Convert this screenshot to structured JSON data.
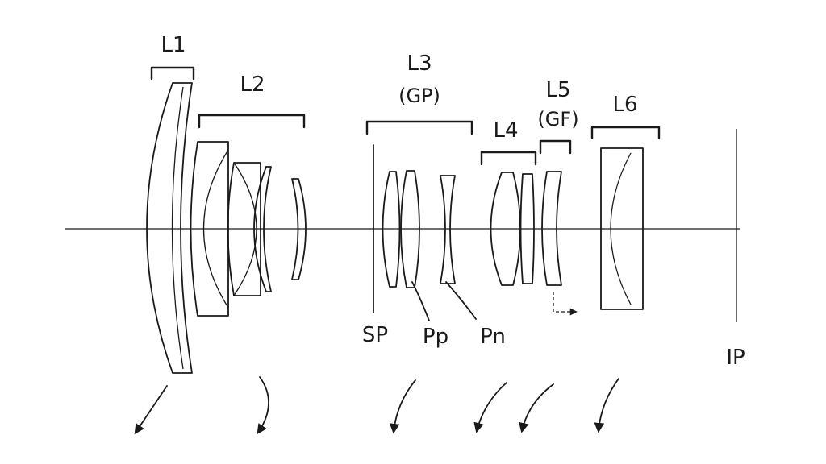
{
  "labels": {
    "l1": "L1",
    "l2": "L2",
    "l3": "L3",
    "l3_sub": "(GP)",
    "l4": "L4",
    "l5": "L5",
    "l5_sub": "(GF)",
    "l6": "L6",
    "sp": "SP",
    "pp": "Pp",
    "pn": "Pn",
    "ip": "IP"
  }
}
